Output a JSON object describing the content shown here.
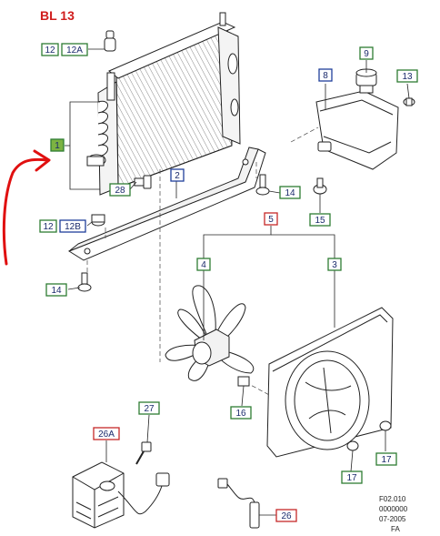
{
  "sheet_title": "BL 13",
  "footer": {
    "line1": "F02.010",
    "line2": "0000000",
    "line3": "07-2005",
    "line4": "FA"
  },
  "colors": {
    "green_tag": "#2e7d32",
    "blue_tag": "#1f3f9a",
    "red_tag": "#c62828",
    "annotation": "#e01010",
    "line": "#222222"
  },
  "callouts": {
    "c1": "1",
    "c2": "2",
    "c3": "3",
    "c4": "4",
    "c5": "5",
    "c8": "8",
    "c9": "9",
    "c12": "12",
    "c12a": "12A",
    "c12b": "12B",
    "c13": "13",
    "c14a": "14",
    "c14b": "14",
    "c15": "15",
    "c16": "16",
    "c17a": "17",
    "c17b": "17",
    "c26": "26",
    "c26a": "26A",
    "c27": "27",
    "c28": "28"
  }
}
